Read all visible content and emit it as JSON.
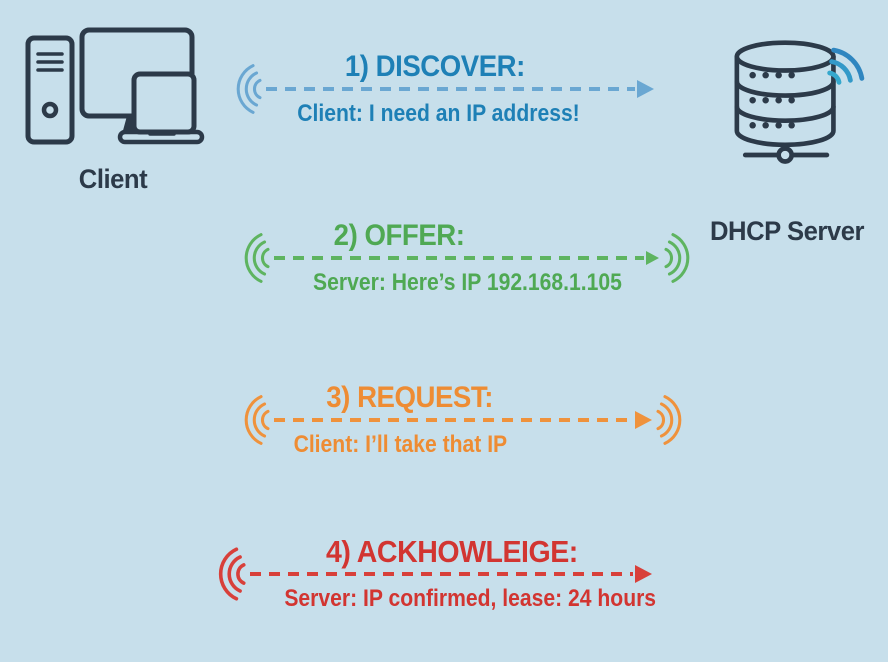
{
  "palette": {
    "background": "#c7dfeb",
    "device_outline": "#2c3a49",
    "wifi_arc_colors": [
      "#35a8cd",
      "#3399c8",
      "#2f86c0"
    ]
  },
  "endpoints": {
    "client": {
      "label": "Client",
      "icon": "desktop-computers-icon"
    },
    "server": {
      "label": "DHCP Server",
      "icon": "database-server-icon",
      "badge_icon": "wifi-signal-icon"
    }
  },
  "steps": [
    {
      "heading": "1) DISCOVER:",
      "message": "Client: I need an IP address!",
      "text_color": "#1e80b6",
      "arrow_color": "#6aa7d2",
      "signal_left": true,
      "signal_right": false
    },
    {
      "heading": "2) OFFER:",
      "message": "Server: Here’s IP 192.168.1.105",
      "text_color": "#4fa953",
      "arrow_color": "#5eb460",
      "signal_left": true,
      "signal_right": true
    },
    {
      "heading": "3) REQUEST:",
      "message": "Client: I’ll take that IP",
      "text_color": "#ee8c33",
      "arrow_color": "#ef923c",
      "signal_left": true,
      "signal_right": true
    },
    {
      "heading": "4) ACKHOWLEIGE:",
      "message": "Server: IP confirmed, lease: 24 hours",
      "text_color": "#d23531",
      "arrow_color": "#d8403a",
      "signal_left": true,
      "signal_right": false
    }
  ]
}
